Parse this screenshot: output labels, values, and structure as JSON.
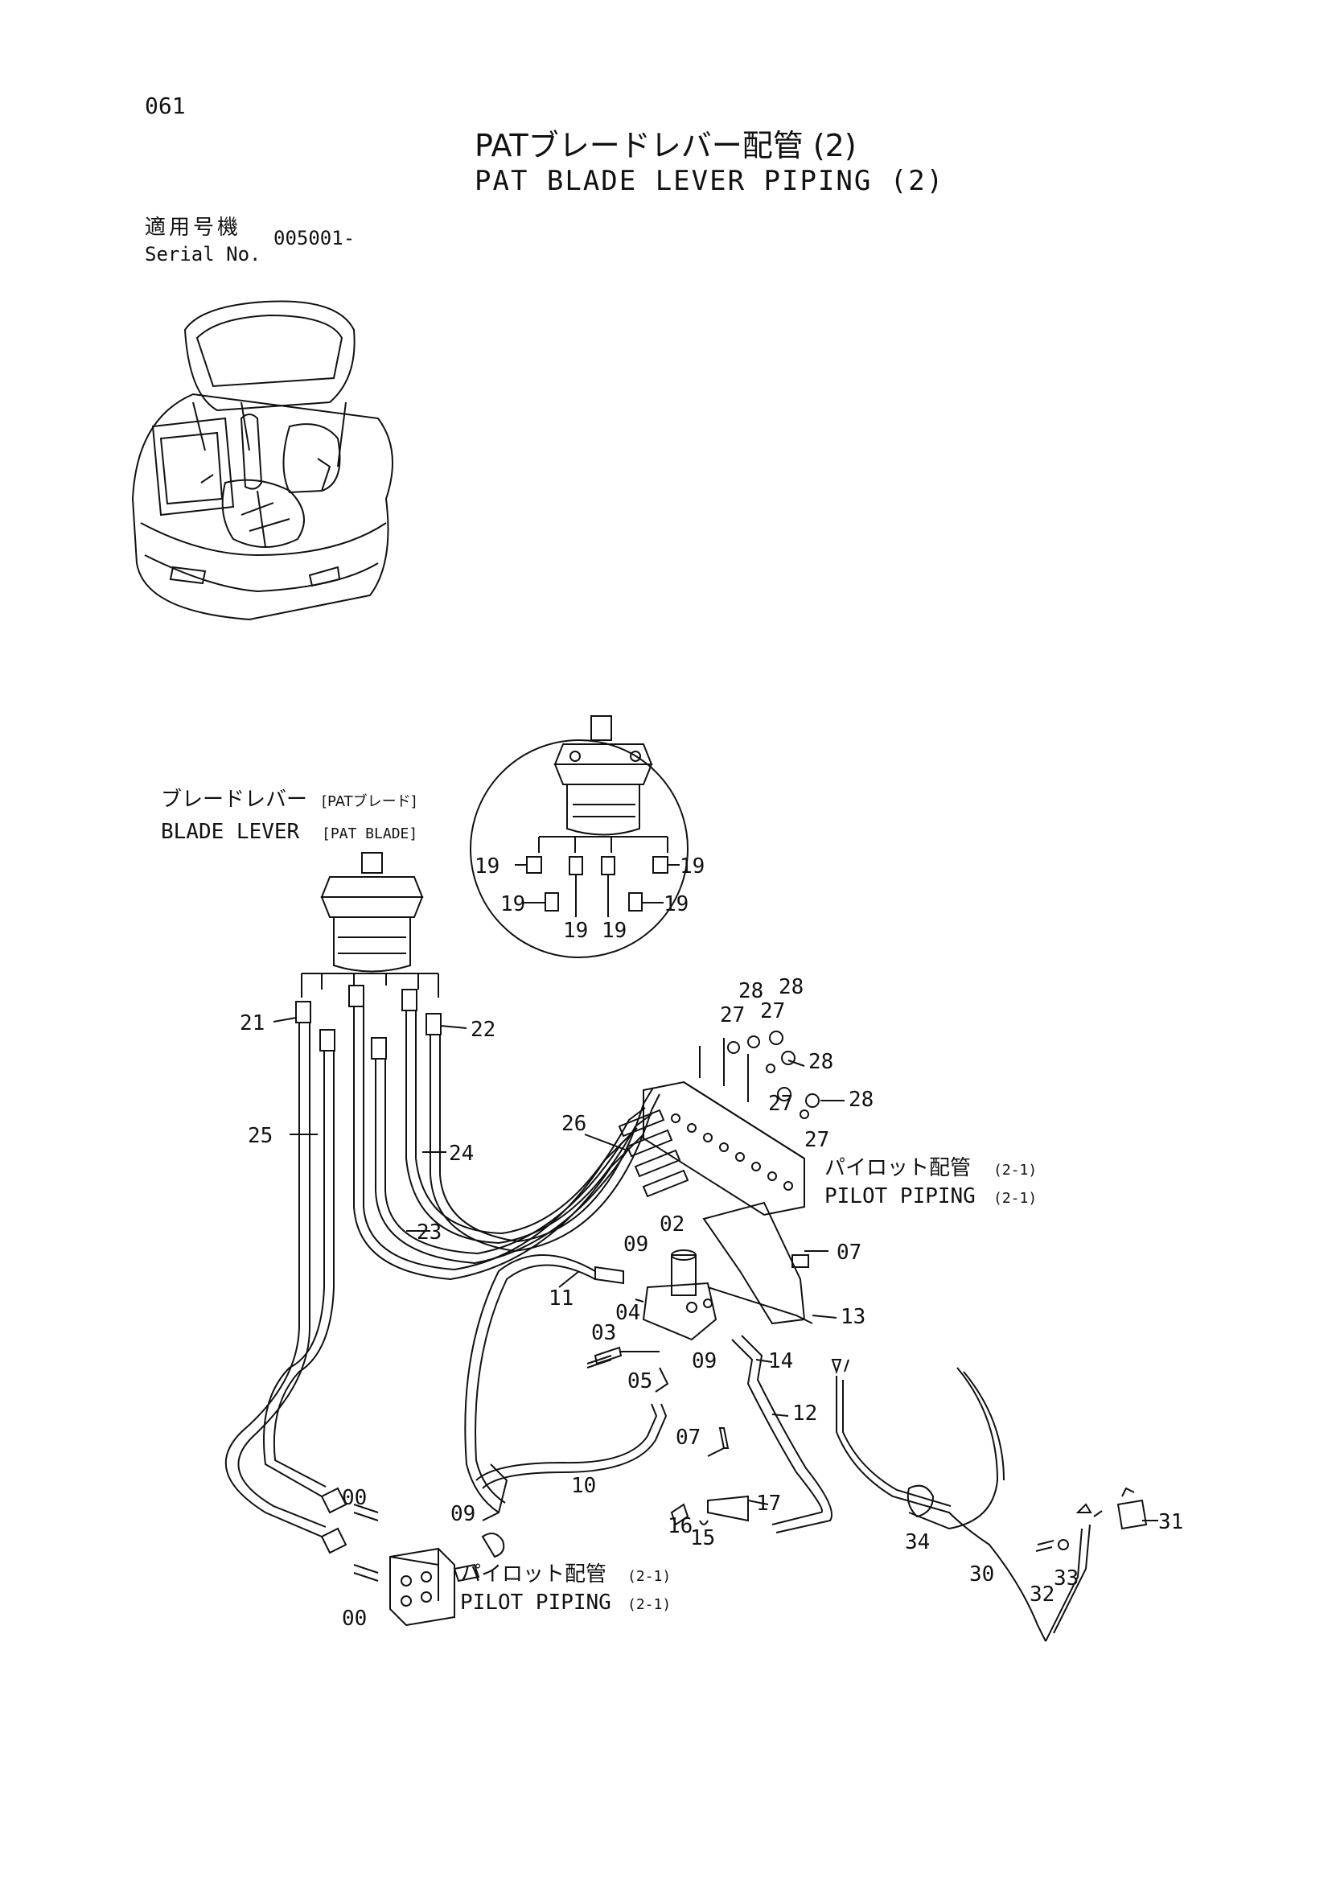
{
  "page_number": "061",
  "title_jp": "PATブレードレバー配管 (2)",
  "title_en": "PAT BLADE LEVER PIPING (2)",
  "serial": {
    "label_jp": "適用号機",
    "label_en": "Serial No.",
    "value": "005001-"
  },
  "callouts": {
    "blade_lever_jp": "ブレードレバー",
    "blade_lever_jp_tag": "[PATブレード]",
    "blade_lever_en": "BLADE LEVER",
    "blade_lever_en_tag": "[PAT BLADE]",
    "pilot_piping_jp_1": "パイロット配管",
    "pilot_piping_jp_1_ref": "(2-1)",
    "pilot_piping_en_1": "PILOT PIPING",
    "pilot_piping_en_1_ref": "(2-1)",
    "pilot_piping_jp_2": "パイロット配管",
    "pilot_piping_jp_2_ref": "(2-1)",
    "pilot_piping_en_2": "PILOT PIPING",
    "pilot_piping_en_2_ref": "(2-1)"
  },
  "part_labels": {
    "p19a": "19",
    "p19b": "19",
    "p19c": "19",
    "p19d": "19",
    "p19e": "19",
    "p19f": "19",
    "p21": "21",
    "p22": "22",
    "p23": "23",
    "p24": "24",
    "p25": "25",
    "p26": "26",
    "p27a": "27",
    "p27b": "27",
    "p27c": "27",
    "p27d": "27",
    "p28a": "28",
    "p28b": "28",
    "p28c": "28",
    "p28d": "28",
    "p02": "02",
    "p03": "03",
    "p04": "04",
    "p05": "05",
    "p07a": "07",
    "p07b": "07",
    "p09a": "09",
    "p09b": "09",
    "p09c": "09",
    "p10": "10",
    "p11": "11",
    "p12": "12",
    "p13": "13",
    "p14": "14",
    "p15": "15",
    "p16": "16",
    "p17": "17",
    "p00a": "00",
    "p00b": "00",
    "p30": "30",
    "p31": "31",
    "p32": "32",
    "p33": "33",
    "p34": "34"
  }
}
